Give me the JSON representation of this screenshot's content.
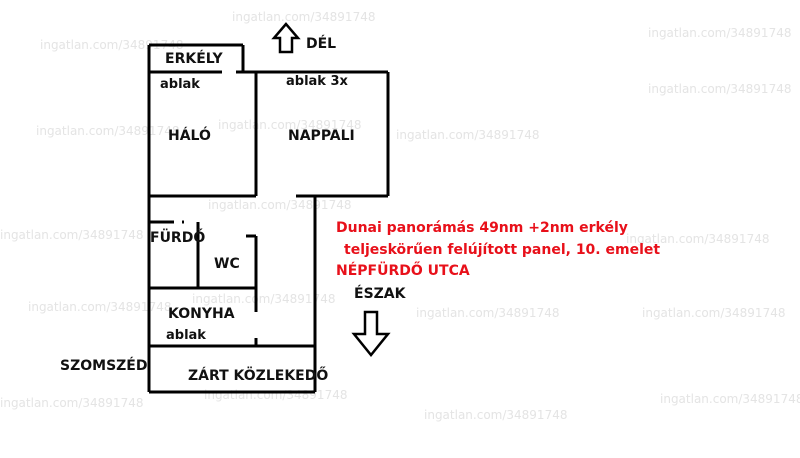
{
  "watermark": "ingatlan.com/34891748",
  "floorplan": {
    "rooms": {
      "balcony": "ERKÉLY",
      "bedroom": "HÁLÓ",
      "living_room": "NAPPALI",
      "bathroom": "FÜRDŐ",
      "wc": "WC",
      "kitchen": "KONYHA",
      "corridor": "ZÁRT KÖZLEKEDŐ",
      "neighbor": "SZOMSZÉD"
    },
    "windows": {
      "bedroom": "ablak",
      "living_room": "ablak 3x",
      "kitchen": "ablak"
    },
    "directions": {
      "south": "DÉL",
      "north": "ÉSZAK"
    }
  },
  "description": {
    "line1": "Dunai panorámás 49nm +2nm erkély",
    "line2": "teljeskörűen felújított panel, 10. emelet",
    "line3": "NÉPFÜRDŐ UTCA"
  },
  "colors": {
    "highlight": "#e8101a",
    "walls": "#000000",
    "watermark": "#e4e4e4"
  }
}
